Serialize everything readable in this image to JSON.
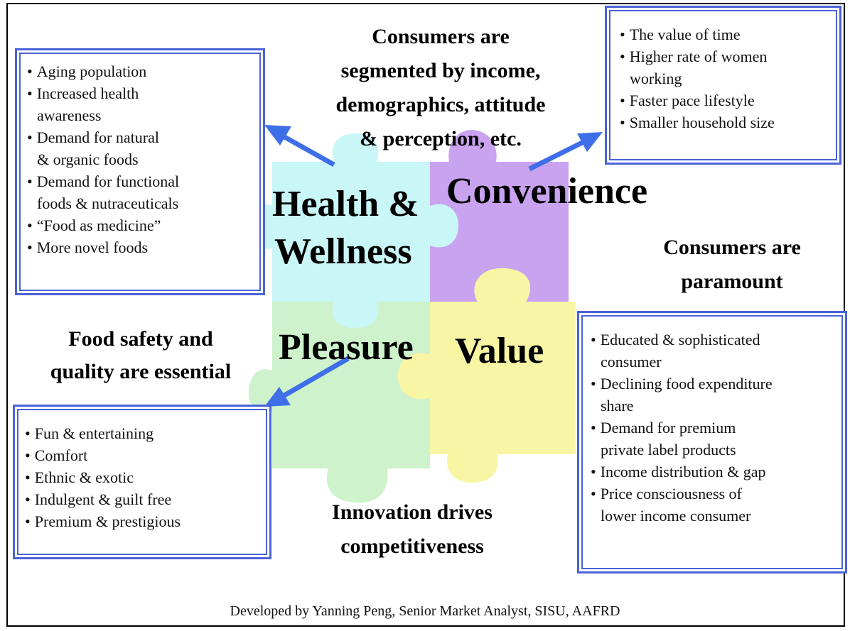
{
  "colors": {
    "box_border": "#4a63d8",
    "arrow": "#3f6fe8",
    "piece_health": "#c9f6f6",
    "piece_convenience": "#c9a2f0",
    "piece_pleasure": "#cdf2cc",
    "piece_value": "#f8f6a4"
  },
  "puzzle": {
    "health": "Health &",
    "wellness": "Wellness",
    "convenience": "Convenience",
    "pleasure": "Pleasure",
    "value": "Value"
  },
  "callouts": {
    "segmented": [
      "Consumers are",
      "segmented by income,",
      "demographics, attitude",
      "& perception, etc."
    ],
    "paramount": [
      "Consumers are",
      "paramount"
    ],
    "safety": [
      "Food safety and",
      "quality are essential"
    ],
    "innovation": [
      "Innovation drives",
      "competitiveness"
    ]
  },
  "boxes": {
    "health": [
      {
        "bullet": "•",
        "text": "Aging population"
      },
      {
        "bullet": "•",
        "text": "Increased health"
      },
      {
        "bullet": "",
        "text": "awareness"
      },
      {
        "bullet": "•",
        "text": "Demand for natural"
      },
      {
        "bullet": "",
        "text": "& organic foods"
      },
      {
        "bullet": "•",
        "text": "Demand for functional"
      },
      {
        "bullet": "",
        "text": "foods & nutraceuticals"
      },
      {
        "bullet": "•",
        "text": "“Food as medicine”"
      },
      {
        "bullet": "•",
        "text": "More novel foods"
      }
    ],
    "convenience": [
      {
        "bullet": "•",
        "text": "The value of time"
      },
      {
        "bullet": "•",
        "text": "Higher rate of women"
      },
      {
        "bullet": "",
        "text": "working"
      },
      {
        "bullet": "•",
        "text": "Faster pace lifestyle"
      },
      {
        "bullet": "•",
        "text": "Smaller household size"
      }
    ],
    "pleasure": [
      {
        "bullet": "•",
        "text": "Fun & entertaining"
      },
      {
        "bullet": "•",
        "text": "Comfort"
      },
      {
        "bullet": "•",
        "text": "Ethnic & exotic"
      },
      {
        "bullet": "•",
        "text": "Indulgent & guilt free"
      },
      {
        "bullet": "•",
        "text": "Premium & prestigious"
      }
    ],
    "value": [
      {
        "bullet": "•",
        "text": "Educated & sophisticated"
      },
      {
        "bullet": "",
        "text": "consumer"
      },
      {
        "bullet": "•",
        "text": "Declining food expenditure"
      },
      {
        "bullet": "",
        "text": "share"
      },
      {
        "bullet": "•",
        "text": "Demand for premium"
      },
      {
        "bullet": "",
        "text": "private label products"
      },
      {
        "bullet": "•",
        "text": "Income distribution & gap"
      },
      {
        "bullet": "•",
        "text": "Price consciousness of"
      },
      {
        "bullet": "",
        "text": "lower income consumer"
      }
    ]
  },
  "footer": "Developed by Yanning Peng, Senior Market Analyst, SISU, AAFRD"
}
